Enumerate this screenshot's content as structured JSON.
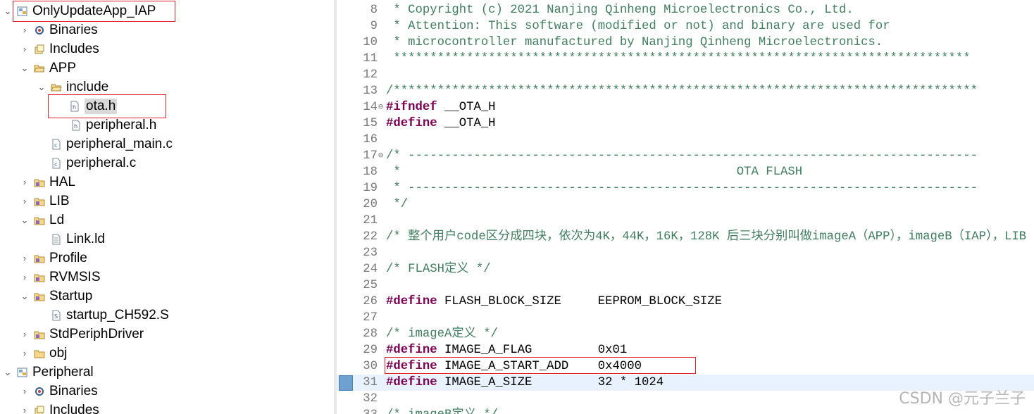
{
  "explorer": {
    "projects": [
      {
        "label": "OnlyUpdateApp_IAP",
        "expanded": true
      },
      {
        "label": "Peripheral",
        "expanded": true
      }
    ],
    "items": [
      {
        "label": "OnlyUpdateApp_IAP",
        "icon": "project-icon",
        "toggle": "expanded"
      },
      {
        "label": "Binaries",
        "icon": "binaries-icon",
        "toggle": "collapsed"
      },
      {
        "label": "Includes",
        "icon": "includes-icon",
        "toggle": "collapsed"
      },
      {
        "label": "APP",
        "icon": "folder-open-icon",
        "toggle": "expanded"
      },
      {
        "label": "include",
        "icon": "folder-open-icon",
        "toggle": "expanded"
      },
      {
        "label": "ota.h",
        "icon": "header-file-icon",
        "toggle": "none"
      },
      {
        "label": "peripheral.h",
        "icon": "header-file-icon",
        "toggle": "none"
      },
      {
        "label": "peripheral_main.c",
        "icon": "c-file-icon",
        "toggle": "none"
      },
      {
        "label": "peripheral.c",
        "icon": "c-file-icon",
        "toggle": "none"
      },
      {
        "label": "HAL",
        "icon": "source-folder-icon",
        "toggle": "collapsed"
      },
      {
        "label": "LIB",
        "icon": "source-folder-icon",
        "toggle": "collapsed"
      },
      {
        "label": "Ld",
        "icon": "source-folder-icon",
        "toggle": "expanded"
      },
      {
        "label": "Link.ld",
        "icon": "text-file-icon",
        "toggle": "none"
      },
      {
        "label": "Profile",
        "icon": "source-folder-icon",
        "toggle": "collapsed"
      },
      {
        "label": "RVMSIS",
        "icon": "source-folder-icon",
        "toggle": "collapsed"
      },
      {
        "label": "Startup",
        "icon": "source-folder-icon",
        "toggle": "expanded"
      },
      {
        "label": "startup_CH592.S",
        "icon": "asm-file-icon",
        "toggle": "none"
      },
      {
        "label": "StdPeriphDriver",
        "icon": "source-folder-icon",
        "toggle": "collapsed"
      },
      {
        "label": "obj",
        "icon": "folder-icon",
        "toggle": "collapsed"
      },
      {
        "label": "Peripheral",
        "icon": "project-icon",
        "toggle": "expanded"
      },
      {
        "label": "Binaries",
        "icon": "binaries-icon",
        "toggle": "collapsed"
      },
      {
        "label": "Includes",
        "icon": "includes-icon",
        "toggle": "collapsed"
      }
    ]
  },
  "editor": {
    "lines": [
      {
        "n": "8",
        "parts": [
          {
            "t": " * Copyright (c) 2021 Nanjing Qinheng Microelectronics Co., Ltd.",
            "c": "cmt"
          }
        ]
      },
      {
        "n": "9",
        "parts": [
          {
            "t": " * Attention: This software (modified or not) and binary are used for",
            "c": "cmt"
          }
        ]
      },
      {
        "n": "10",
        "parts": [
          {
            "t": " * microcontroller manufactured by Nanjing Qinheng Microelectronics.",
            "c": "cmt"
          }
        ]
      },
      {
        "n": "11",
        "parts": [
          {
            "t": " *******************************************************************************",
            "c": "cmt"
          }
        ]
      },
      {
        "n": "12",
        "parts": []
      },
      {
        "n": "13",
        "parts": [
          {
            "t": "/********************************************************************************",
            "c": "cmt"
          }
        ]
      },
      {
        "n": "14",
        "fold": true,
        "parts": [
          {
            "t": "#ifndef",
            "c": "kw"
          },
          {
            "t": " __OTA_H",
            "c": "pl"
          }
        ]
      },
      {
        "n": "15",
        "parts": [
          {
            "t": "#define",
            "c": "kw"
          },
          {
            "t": " __OTA_H",
            "c": "pl"
          }
        ]
      },
      {
        "n": "16",
        "parts": []
      },
      {
        "n": "17",
        "fold": true,
        "parts": [
          {
            "t": "/* ------------------------------------------------------------------------------",
            "c": "cmt"
          }
        ]
      },
      {
        "n": "18",
        "parts": [
          {
            "t": " *                                              OTA FLASH",
            "c": "cmt"
          }
        ]
      },
      {
        "n": "19",
        "parts": [
          {
            "t": " * ------------------------------------------------------------------------------",
            "c": "cmt"
          }
        ]
      },
      {
        "n": "20",
        "parts": [
          {
            "t": " */",
            "c": "cmt"
          }
        ]
      },
      {
        "n": "21",
        "parts": []
      },
      {
        "n": "22",
        "parts": [
          {
            "t": "/* 整个用户code区分成四块，依次为4K，44K，16K，128K 后三块分别叫做imageA（APP），imageB（IAP），LIB",
            "c": "cmt"
          }
        ]
      },
      {
        "n": "23",
        "parts": []
      },
      {
        "n": "24",
        "parts": [
          {
            "t": "/* FLASH定义 */",
            "c": "cmt"
          }
        ]
      },
      {
        "n": "25",
        "parts": []
      },
      {
        "n": "26",
        "parts": [
          {
            "t": "#define",
            "c": "kw"
          },
          {
            "t": " FLASH_BLOCK_SIZE     EEPROM_BLOCK_SIZE",
            "c": "pl"
          }
        ]
      },
      {
        "n": "27",
        "parts": []
      },
      {
        "n": "28",
        "parts": [
          {
            "t": "/* imageA定义 */",
            "c": "cmt"
          }
        ]
      },
      {
        "n": "29",
        "parts": [
          {
            "t": "#define",
            "c": "kw"
          },
          {
            "t": " IMAGE_A_FLAG         0x01",
            "c": "pl"
          }
        ]
      },
      {
        "n": "30",
        "parts": [
          {
            "t": "#define",
            "c": "kw"
          },
          {
            "t": " IMAGE_A_START_ADD    0x4000",
            "c": "pl"
          }
        ]
      },
      {
        "n": "31",
        "current": true,
        "parts": [
          {
            "t": "#define",
            "c": "kw"
          },
          {
            "t": " IMAGE_A_SIZE         32 * 1024",
            "c": "pl"
          }
        ]
      },
      {
        "n": "32",
        "parts": []
      },
      {
        "n": "33",
        "parts": [
          {
            "t": "/* imageB定义 */",
            "c": "cmt"
          }
        ]
      }
    ]
  },
  "watermark": "CSDN @元子兰子",
  "colors": {
    "comment": "#3f7f5f",
    "keyword": "#7f0055",
    "highlight_box": "#e0202c",
    "current_line": "#e8f2fe"
  }
}
